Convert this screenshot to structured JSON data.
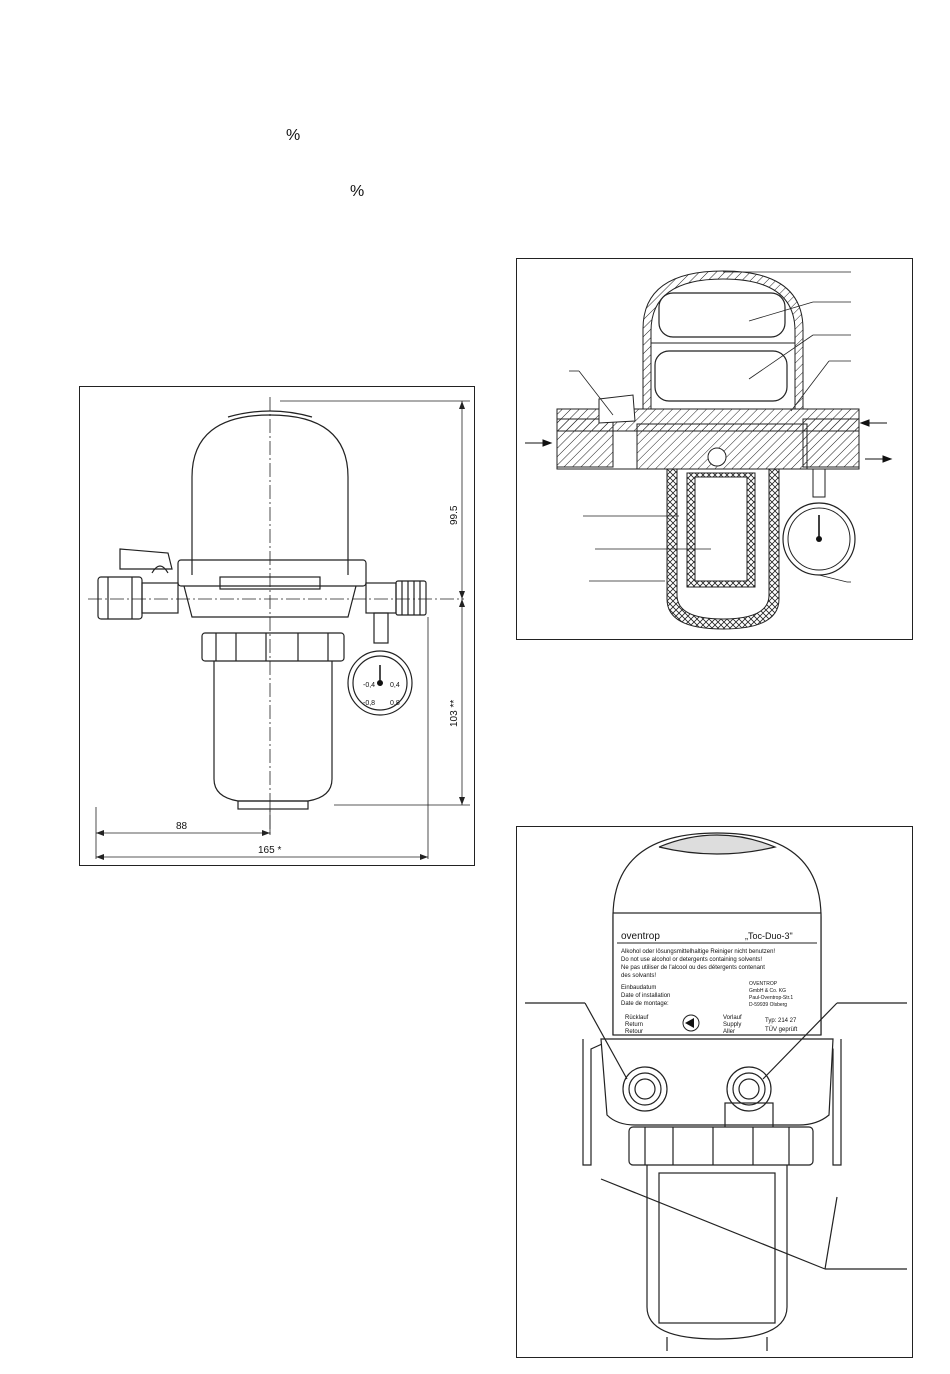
{
  "page": {
    "percent_1": "%",
    "percent_2": "%"
  },
  "figure_dimensions": {
    "dim_height_top": "99.5",
    "dim_height_bottom": "103 **",
    "dim_width_half": "88",
    "dim_width_total": "165 *",
    "gauge_labels": [
      "-0,4",
      "0,4",
      "-0,8",
      "0,8",
      "0"
    ]
  },
  "figure_photo": {
    "brand": "oventrop",
    "model": "„Toc-Duo-3\"",
    "warning_lines": [
      "Alkohol oder lösungsmittelhaltige Reiniger nicht benutzen!",
      "Do not use alcohol or detergents containing solvents!",
      "Ne pas utiliser de l'alcool ou des détergents contenant",
      "des solvants!"
    ],
    "install_labels": [
      "Einbaudatum",
      "Date of installation",
      "Date de montage:"
    ],
    "company_lines": [
      "OVENTROP",
      "GmbH & Co. KG",
      "Paul-Oventrop-Str.1",
      "D-59939 Olsberg"
    ],
    "return_labels": [
      "Rücklauf",
      "Return",
      "Retour"
    ],
    "supply_labels": [
      "Vorlauf",
      "Supply",
      "Aller"
    ],
    "type_label": "Typ: 214 27",
    "tuv_label": "TÜV geprüft"
  }
}
